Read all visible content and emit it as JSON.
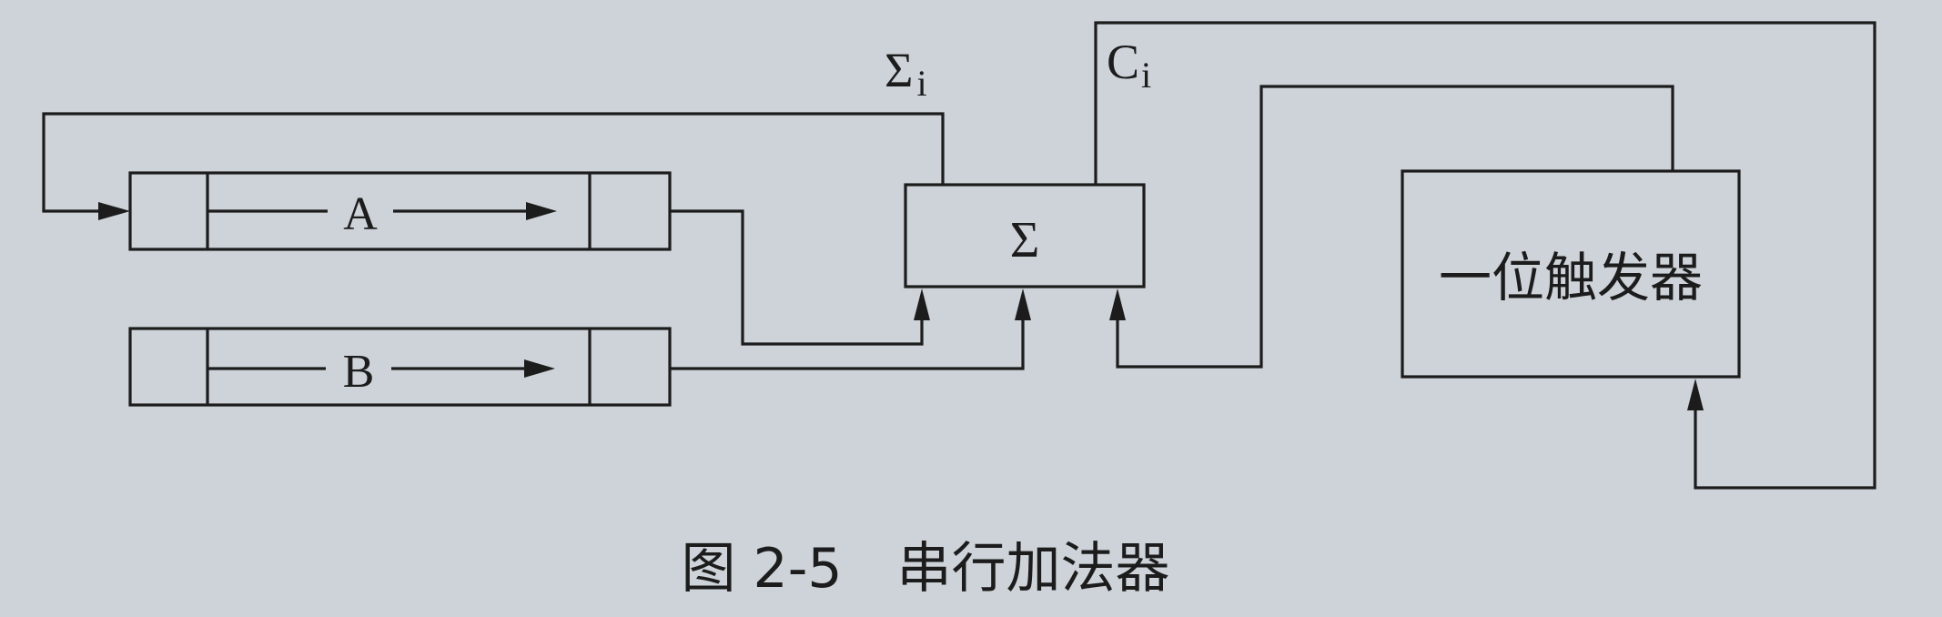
{
  "diagram": {
    "register_a": "A",
    "register_b": "B",
    "adder_symbol": "Σ",
    "sum_output": {
      "base": "Σ",
      "sub": "i"
    },
    "carry_output": {
      "base": "C",
      "sub": "i"
    },
    "flip_flop": "一位触发器",
    "caption": "图 2-5　串行加法器"
  },
  "colors": {
    "background": "#cdd3d8",
    "ink": "#1c1c1c"
  }
}
